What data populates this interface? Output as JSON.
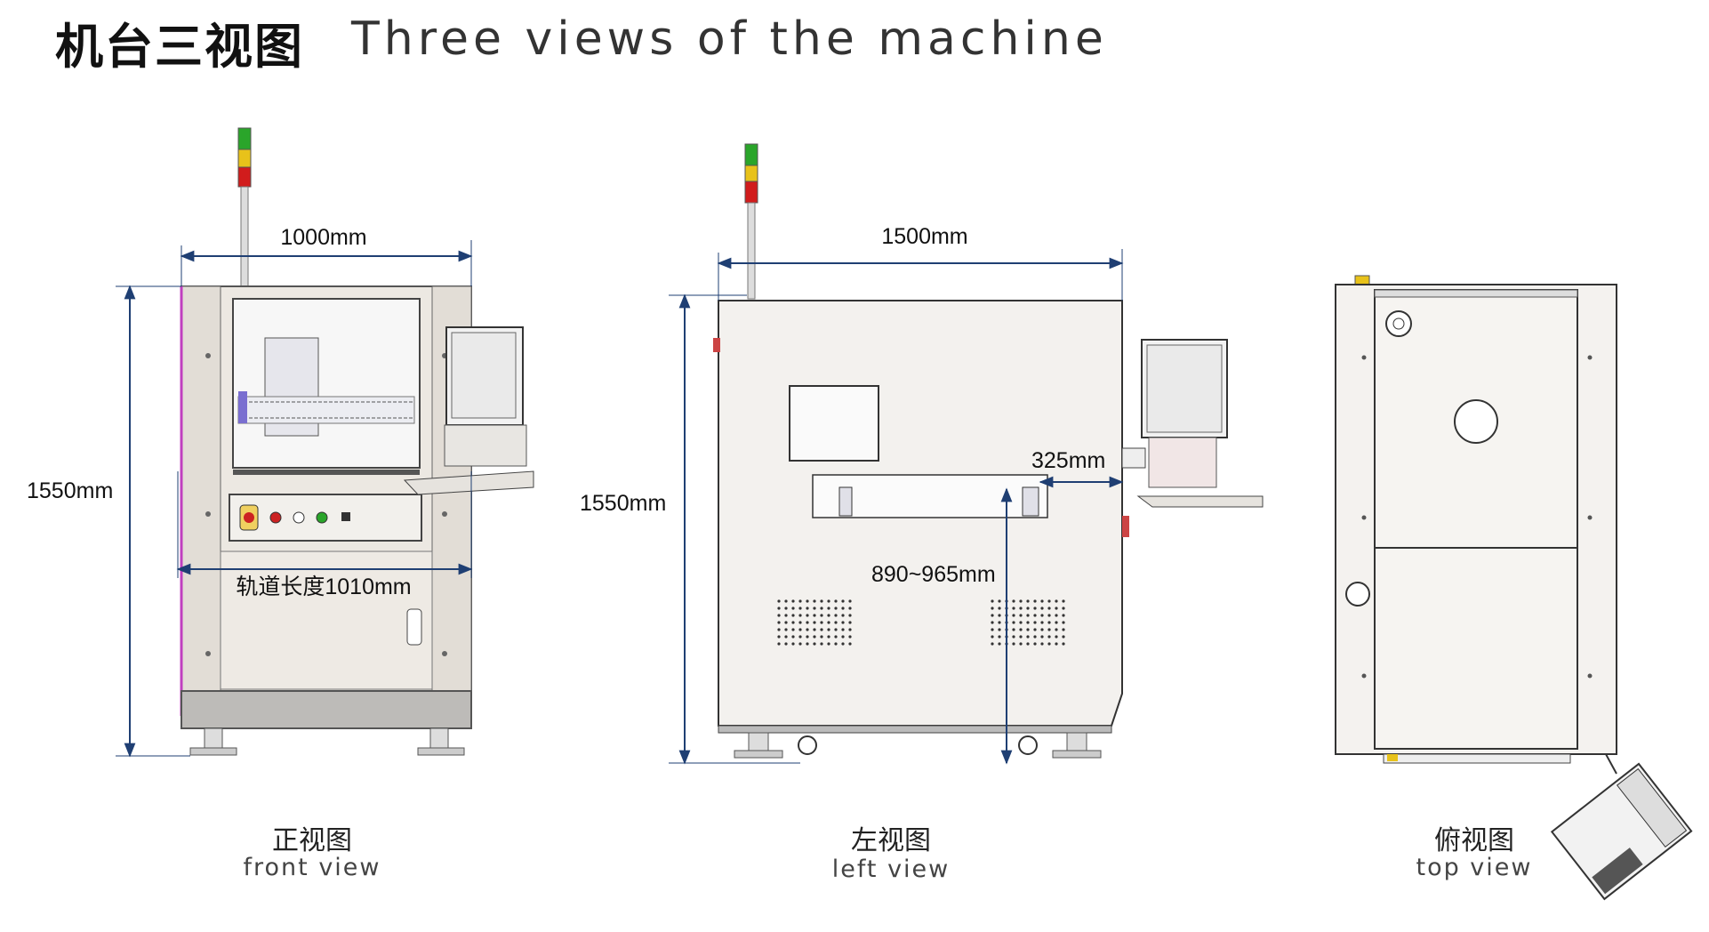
{
  "header": {
    "title_cn": "机台三视图",
    "title_en": "Three views of the machine"
  },
  "front_view": {
    "caption_cn": "正视图",
    "caption_en": "front view",
    "width_dim": "1000mm",
    "height_dim": "1550mm",
    "track_dim": "轨道长度1010mm"
  },
  "left_view": {
    "caption_cn": "左视图",
    "caption_en": "left view",
    "width_dim": "1500mm",
    "height_dim": "1550mm",
    "offset_dim": "325mm",
    "track_height_dim": "890~965mm"
  },
  "top_view": {
    "caption_cn": "俯视图",
    "caption_en": "top view"
  },
  "colors": {
    "dimension_line": "#1f3f73",
    "machine_body": "#ece8e2",
    "machine_base": "#bdbbb8",
    "signal_green": "#2aa52a",
    "signal_yellow": "#e8c21a",
    "signal_red": "#d11c1c",
    "accent_magenta": "#c040c0"
  }
}
